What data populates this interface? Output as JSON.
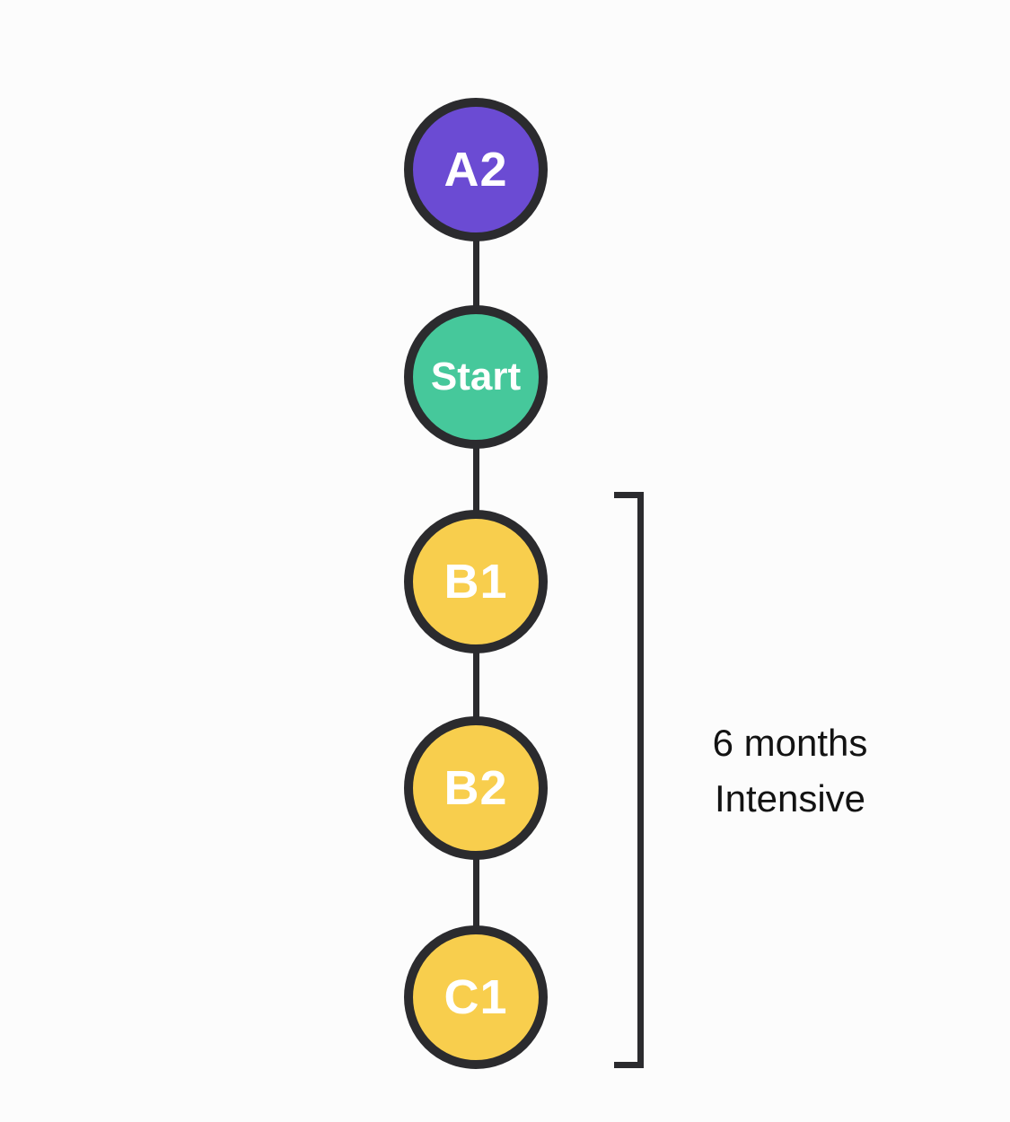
{
  "diagram": {
    "nodes": [
      {
        "id": "a2",
        "label": "A2",
        "color": "purple"
      },
      {
        "id": "start",
        "label": "Start",
        "color": "green"
      },
      {
        "id": "b1",
        "label": "B1",
        "color": "yellow"
      },
      {
        "id": "b2",
        "label": "B2",
        "color": "yellow"
      },
      {
        "id": "c1",
        "label": "C1",
        "color": "yellow"
      }
    ],
    "annotation": {
      "line1": "6 months",
      "line2": "Intensive"
    }
  },
  "colors": {
    "background": "#FCFCFC",
    "node_purple": "#6B4BD3",
    "node_green": "#46C89B",
    "node_yellow": "#F8CE4D",
    "stroke": "#2B2B2E",
    "node_text": "#FFFFFF",
    "annotation_text": "#131313"
  }
}
